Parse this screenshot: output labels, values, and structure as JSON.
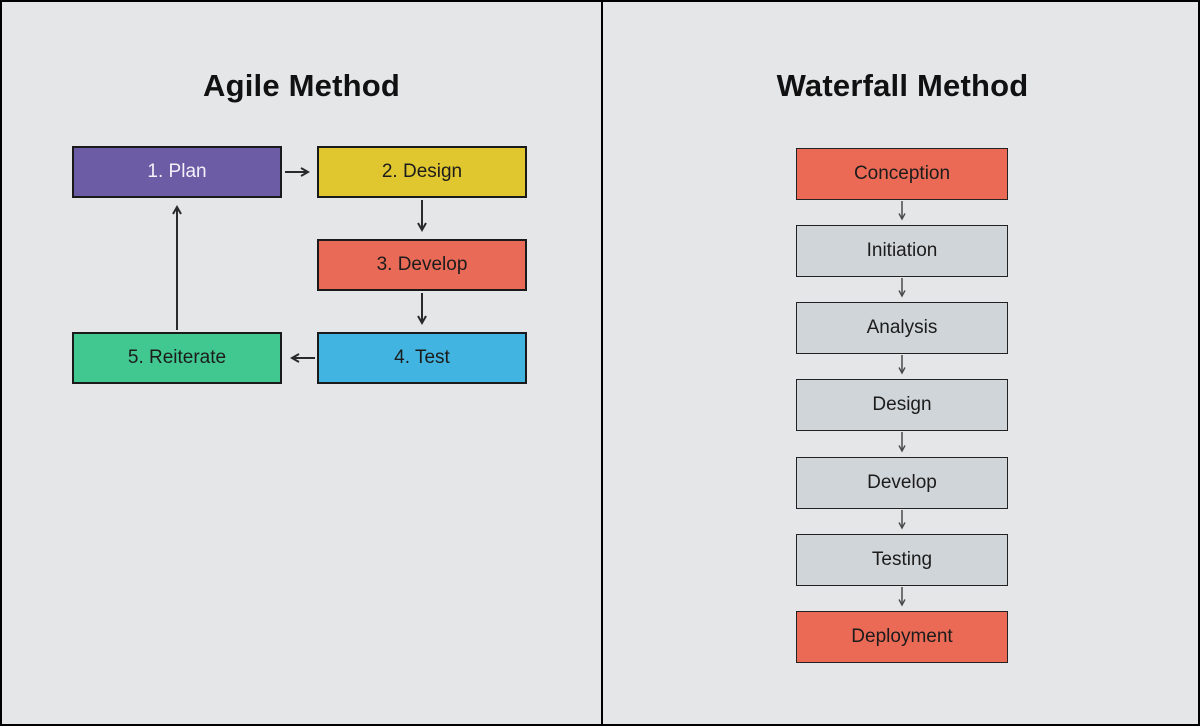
{
  "page": {
    "background": "#e5e6e8",
    "border_color": "#000000",
    "divider_color": "#000000"
  },
  "agile": {
    "title": "Agile Method",
    "nodes": [
      {
        "label": "1. Plan",
        "fill": "#6b5ca5",
        "text": "#f4f2f8"
      },
      {
        "label": "2. Design",
        "fill": "#e0c72f",
        "text": "#1c1c1c"
      },
      {
        "label": "3. Develop",
        "fill": "#e96b57",
        "text": "#1c1c1c"
      },
      {
        "label": "4. Test",
        "fill": "#41b4e1",
        "text": "#1c1c1c"
      },
      {
        "label": "5. Reiterate",
        "fill": "#40c890",
        "text": "#1c1c1c"
      }
    ],
    "arrow_color": "#2a2a2a"
  },
  "waterfall": {
    "title": "Waterfall Method",
    "nodes": [
      {
        "label": "Conception",
        "fill": "#ea6a56",
        "text": "#1c1c1c"
      },
      {
        "label": "Initiation",
        "fill": "#d0d5d9",
        "text": "#1c1c1c"
      },
      {
        "label": "Analysis",
        "fill": "#d0d5d9",
        "text": "#1c1c1c"
      },
      {
        "label": "Design",
        "fill": "#d0d5d9",
        "text": "#1c1c1c"
      },
      {
        "label": "Develop",
        "fill": "#d0d5d9",
        "text": "#1c1c1c"
      },
      {
        "label": "Testing",
        "fill": "#d0d5d9",
        "text": "#1c1c1c"
      },
      {
        "label": "Deployment",
        "fill": "#ea6a56",
        "text": "#1c1c1c"
      }
    ],
    "arrow_color": "#4a4a4a"
  }
}
